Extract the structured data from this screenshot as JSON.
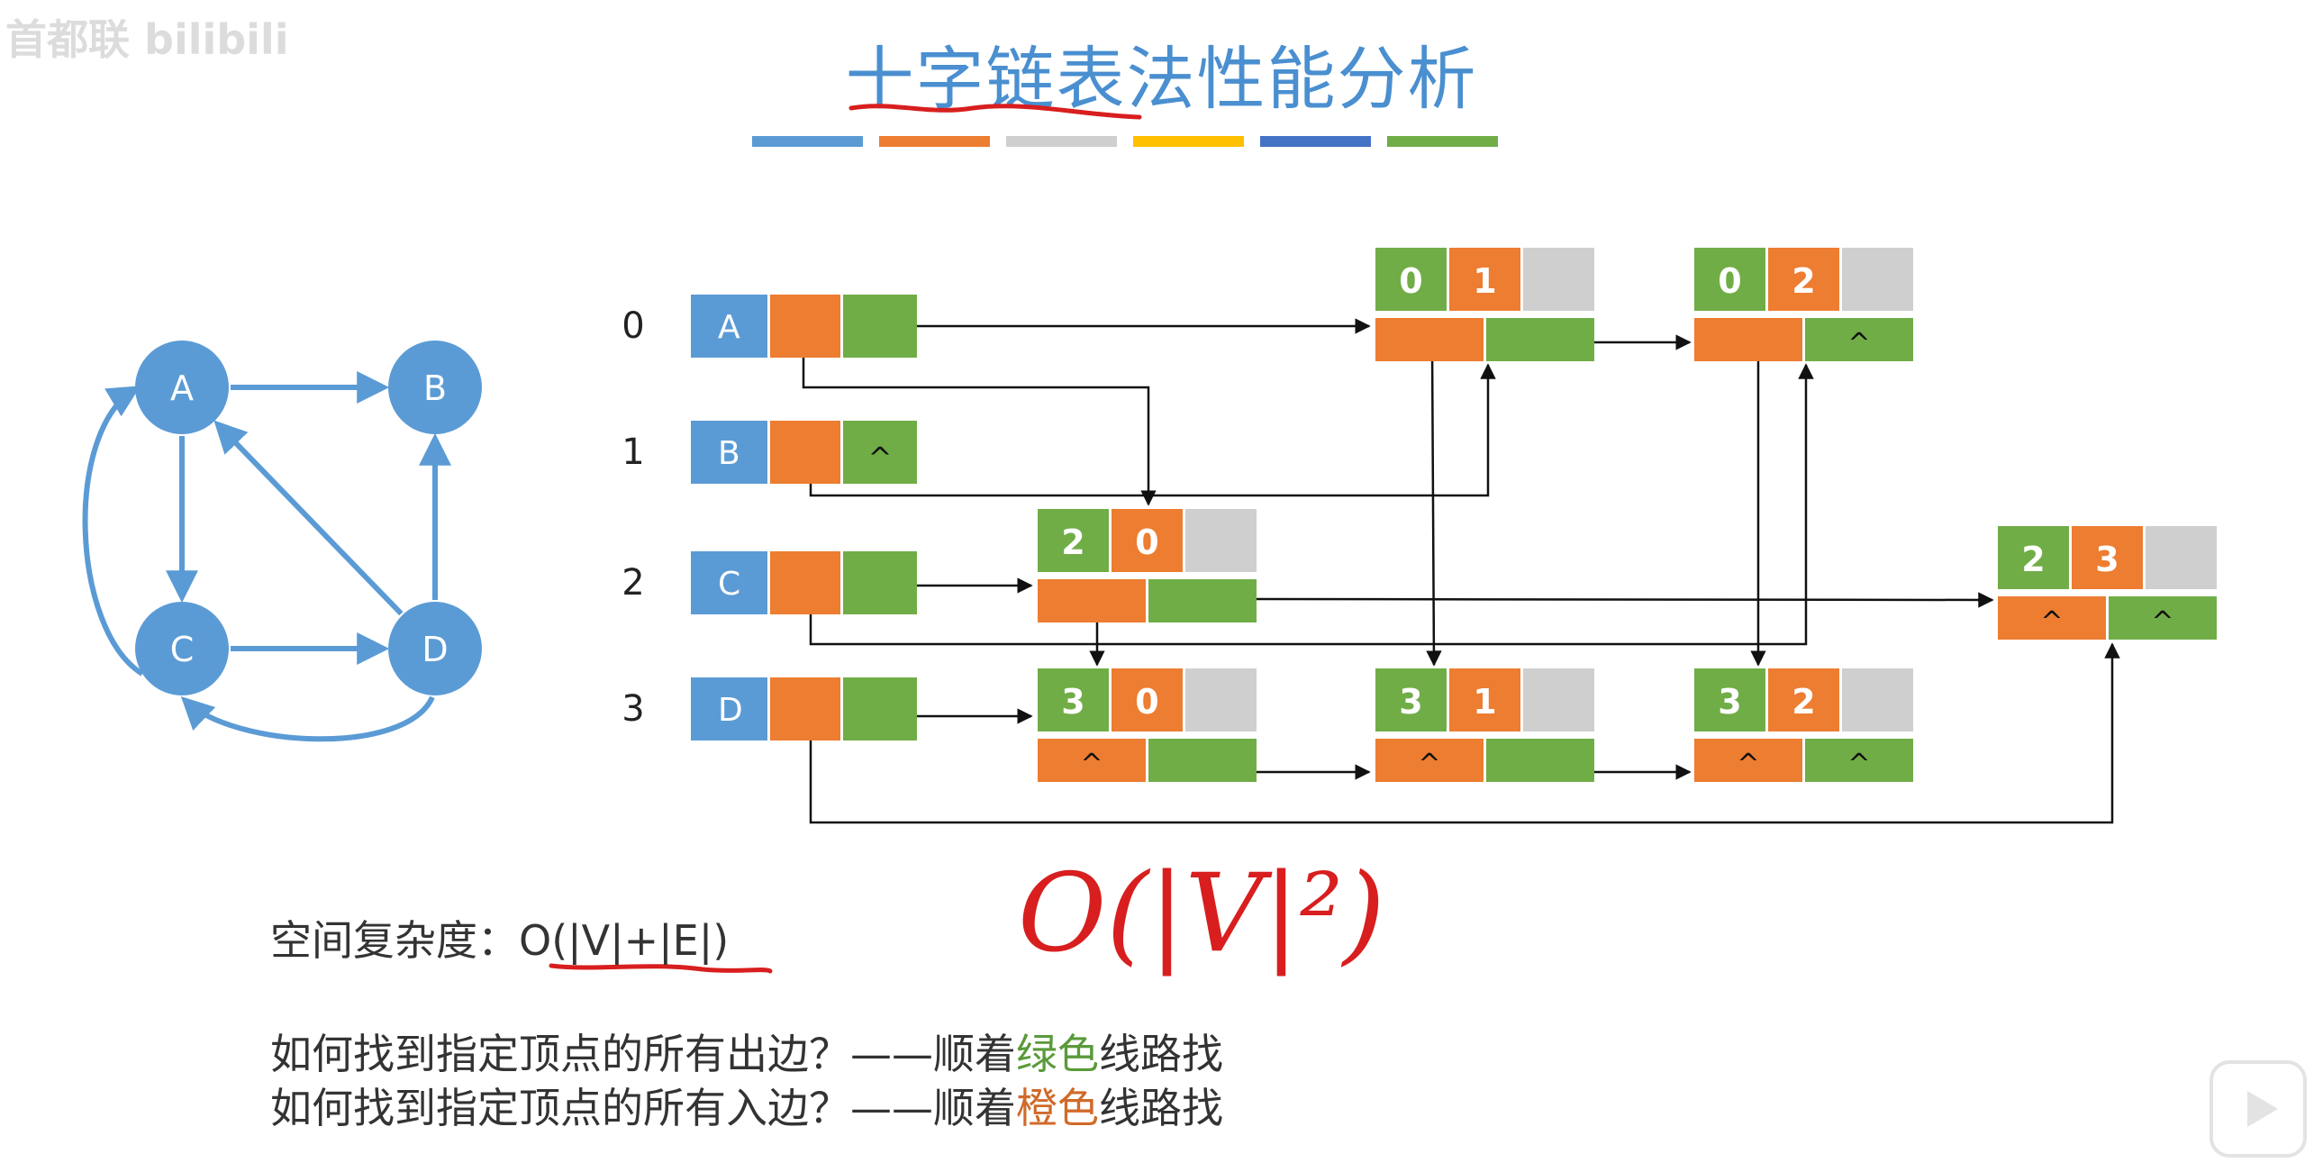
{
  "title": "十字链表法性能分析",
  "watermark": "首都联 bilibili",
  "palette": {
    "blue": "#5b9bd5",
    "orange": "#ed7d31",
    "gray": "#cfcfcf",
    "green": "#70ad47",
    "yellow": "#ffc000",
    "darkblue": "#4472c4",
    "red_ink": "#d81e1e"
  },
  "graph": {
    "nodes": [
      {
        "id": "A",
        "label": "A"
      },
      {
        "id": "B",
        "label": "B"
      },
      {
        "id": "C",
        "label": "C"
      },
      {
        "id": "D",
        "label": "D"
      }
    ],
    "edges": [
      {
        "from": "A",
        "to": "B"
      },
      {
        "from": "A",
        "to": "C"
      },
      {
        "from": "C",
        "to": "D"
      },
      {
        "from": "D",
        "to": "A"
      },
      {
        "from": "D",
        "to": "B"
      },
      {
        "from": "C",
        "to": "A"
      },
      {
        "from": "D",
        "to": "C"
      }
    ]
  },
  "vertices": [
    {
      "index": "0",
      "label": "A"
    },
    {
      "index": "1",
      "label": "B",
      "out_null": "^"
    },
    {
      "index": "2",
      "label": "C"
    },
    {
      "index": "3",
      "label": "D"
    }
  ],
  "arc_nodes": [
    {
      "id": "01",
      "tail": "0",
      "head": "1"
    },
    {
      "id": "02",
      "tail": "0",
      "head": "2",
      "tlink_null": "^"
    },
    {
      "id": "20",
      "tail": "2",
      "head": "0"
    },
    {
      "id": "23",
      "tail": "2",
      "head": "3",
      "hlink_null": "^",
      "tlink_null": "^"
    },
    {
      "id": "30",
      "tail": "3",
      "head": "0",
      "hlink_null": "^"
    },
    {
      "id": "31",
      "tail": "3",
      "head": "1",
      "hlink_null": "^"
    },
    {
      "id": "32",
      "tail": "3",
      "head": "2",
      "hlink_null": "^",
      "tlink_null": "^"
    }
  ],
  "space_label": "空间复杂度：",
  "space_formula": "O(|V|+|E|)",
  "handwritten_note": "O(|V|²)",
  "question_out_prefix": "如何找到指定顶点的所有出边？——顺着",
  "question_out_color": "绿色",
  "question_out_suffix": "线路找",
  "question_in_prefix": "如何找到指定顶点的所有入边？——顺着",
  "question_in_color": "橙色",
  "question_in_suffix": "线路找"
}
